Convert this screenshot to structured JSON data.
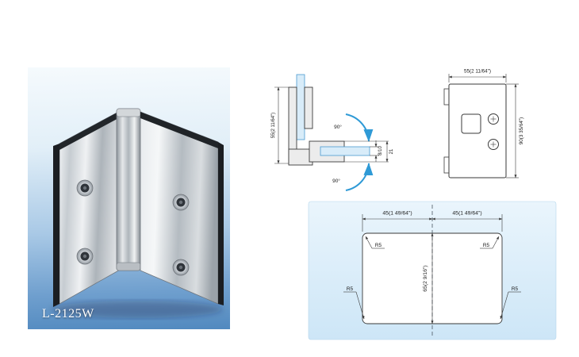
{
  "product_photo": {
    "model_label": "L-2125W",
    "background_top": "#f5fafd",
    "background_bottom": "#5189bf"
  },
  "side_view": {
    "height_dim": "55(2 11/64\")",
    "swing_top": "90°",
    "swing_bottom": "90°",
    "glass_thickness_dim": "8/10",
    "arm_dim": "21"
  },
  "front_view": {
    "width_dim": "55(2 11/64\")",
    "height_dim": "90(3 35/64\")"
  },
  "glass_cutout": {
    "left_width_dim": "45(1 49/64\")",
    "right_width_dim": "45(1 49/64\")",
    "height_dim": "65(2 9/16\")",
    "radius_top_left": "R5",
    "radius_top_right": "R5",
    "radius_bottom_left": "R5",
    "radius_bottom_right": "R5"
  },
  "colors": {
    "drawing_line": "#3a3a3a",
    "glass_fill": "#d8ecf9",
    "glass_stroke": "#4a9ad0",
    "arrow_blue": "#2f9ad6"
  }
}
